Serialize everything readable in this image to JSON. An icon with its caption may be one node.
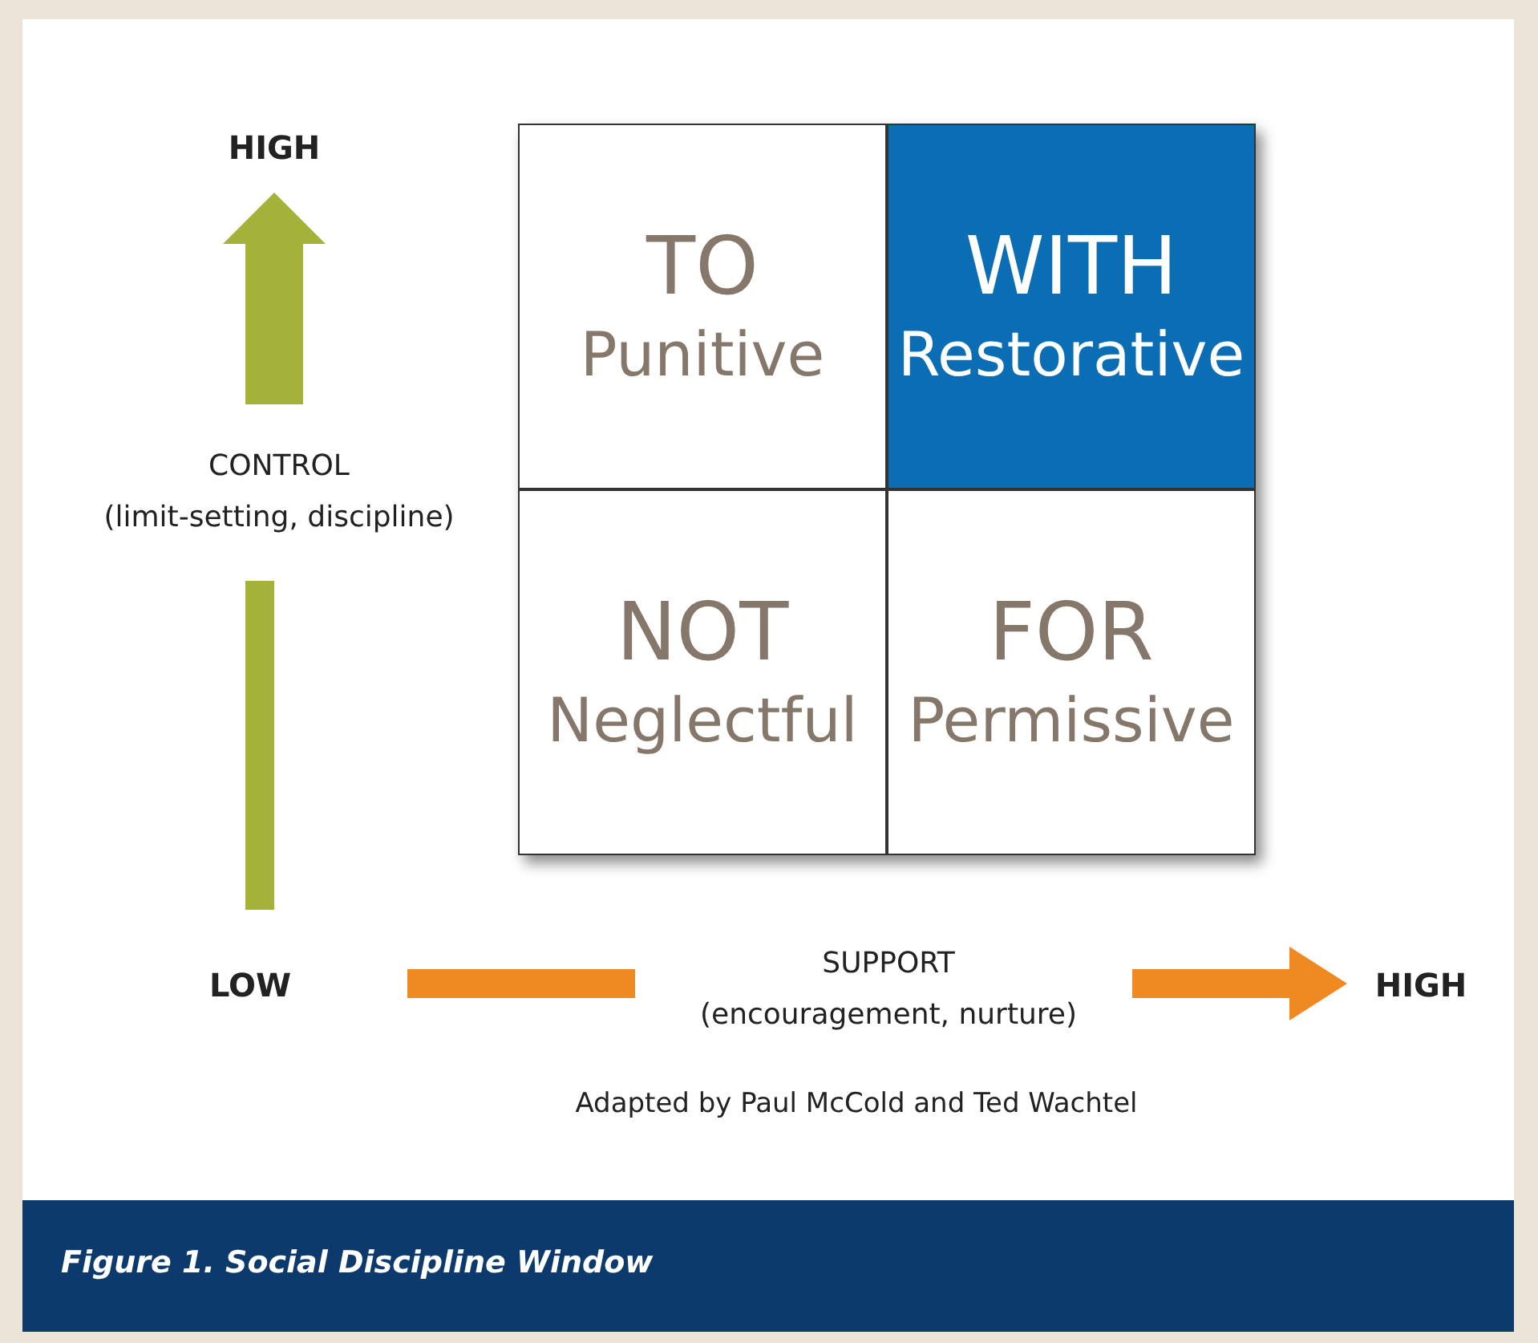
{
  "diagram": {
    "caption": "Figure 1. Social Discipline Window",
    "nodes": [
      {
        "text": [
          "TO",
          "Punitive"
        ]
      },
      {
        "text": [
          "WITH",
          "Restorative"
        ]
      },
      {
        "text": [
          "NOT",
          "Neglectful"
        ]
      },
      {
        "text": [
          "FOR",
          "Permissive"
        ]
      }
    ],
    "labels": [
      "HIGH",
      "CONTROL",
      "(limit-setting, discipline)",
      "LOW",
      "SUPPORT",
      "(encouragement, nurture)",
      "HIGH",
      "Adapted by Paul McCold and Ted Wachtel"
    ]
  }
}
